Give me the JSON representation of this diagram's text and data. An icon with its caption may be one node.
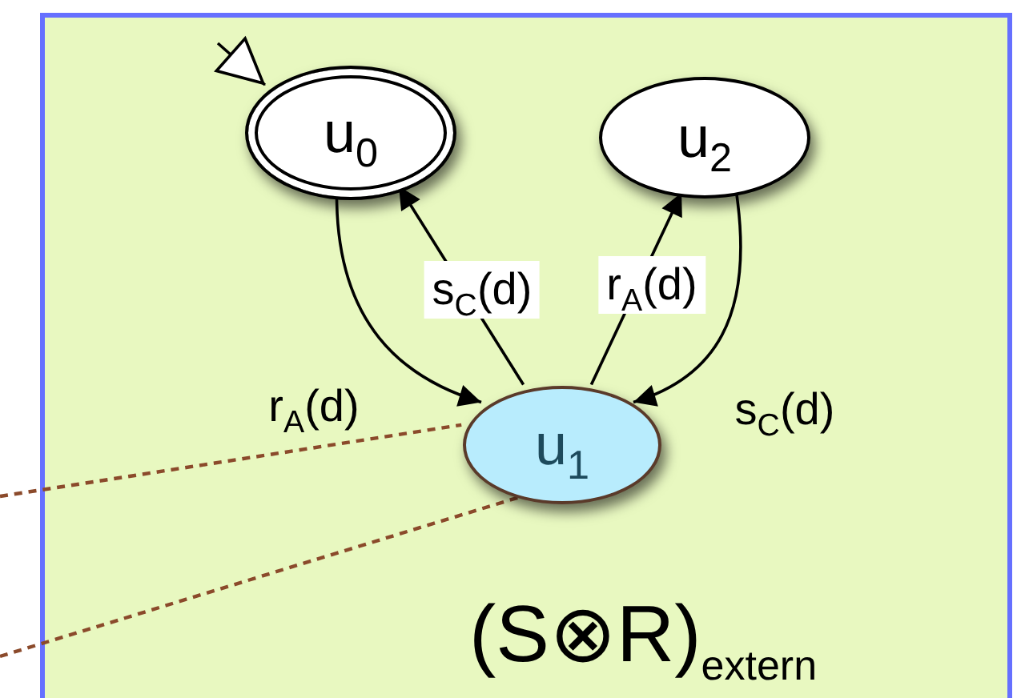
{
  "diagram": {
    "nodes": [
      {
        "text": [
          "(S⊗R)$_{extern}$"
        ]
      },
      {
        "text": [
          "u$_{0}$"
        ],
        "in": 0
      },
      {
        "text": [
          "u$_{2}$"
        ],
        "in": 0
      },
      {
        "text": [
          "u$_{1}$"
        ],
        "in": 0
      }
    ],
    "edges": [
      {
        "from": null,
        "to": 1,
        "arrow": "to"
      },
      {
        "from": 1,
        "to": 3,
        "arrow": "to",
        "label": "r$_{A}$(d)"
      },
      {
        "from": 3,
        "to": 1,
        "arrow": "to",
        "label": "s$_{C}$(d)"
      },
      {
        "from": 3,
        "to": 2,
        "arrow": "to",
        "label": "r$_{A}$(d)"
      },
      {
        "from": 2,
        "to": 3,
        "arrow": "to",
        "label": "s$_{C}$(d)"
      },
      {
        "from": null,
        "to": 3,
        "arrow": "none",
        "style": "dashed",
        "color": "#8b4a2b"
      },
      {
        "from": null,
        "to": 3,
        "arrow": "none",
        "style": "dashed",
        "color": "#8b4a2b"
      }
    ]
  }
}
